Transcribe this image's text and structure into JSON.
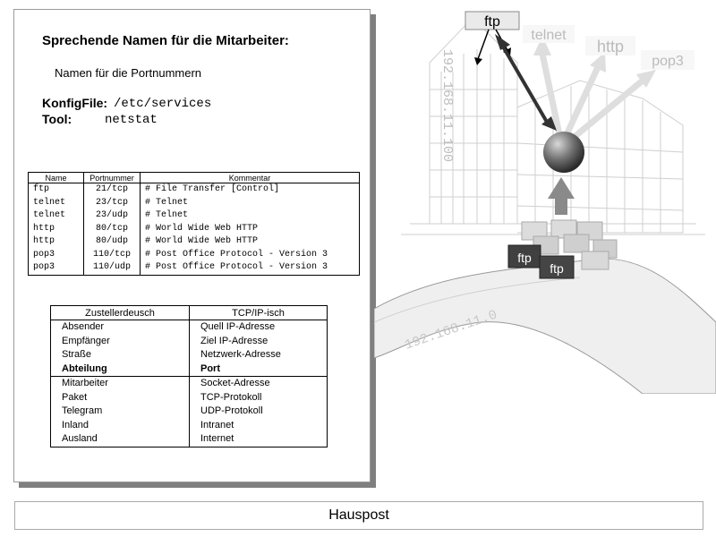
{
  "slide": {
    "title": "Sprechende Namen für die Mitarbeiter:",
    "subtitle": "Namen für die Portnummern",
    "config_label": "KonfigFile:",
    "config_value": "/etc/services",
    "tool_label": "Tool:",
    "tool_value": "netstat",
    "footer": "Hauspost"
  },
  "ports_table": {
    "headers": [
      "Name",
      "Portnummer",
      "Kommentar"
    ],
    "rows": [
      [
        "ftp",
        "21/tcp",
        "# File Transfer [Control]"
      ],
      [
        "telnet",
        "23/tcp",
        "# Telnet"
      ],
      [
        "telnet",
        "23/udp",
        "# Telnet"
      ],
      [
        "http",
        "80/tcp",
        "# World Wide Web HTTP"
      ],
      [
        "http",
        "80/udp",
        "# World Wide Web HTTP"
      ],
      [
        "pop3",
        "110/tcp",
        "# Post Office Protocol - Version 3"
      ],
      [
        "pop3",
        "110/udp",
        "# Post Office Protocol - Version 3"
      ]
    ]
  },
  "mapping_table": {
    "headers": [
      "Zustellerdeusch",
      "TCP/IP-isch"
    ],
    "rows": [
      [
        "Absender",
        "Quell IP-Adresse"
      ],
      [
        "Empfänger",
        "Ziel IP-Adresse"
      ],
      [
        "Straße",
        "Netzwerk-Adresse"
      ],
      [
        "Abteilung",
        "Port"
      ],
      [
        "Mitarbeiter",
        "Socket-Adresse"
      ],
      [
        "Paket",
        "TCP-Protokoll"
      ],
      [
        "Telegram",
        "UDP-Protokoll"
      ],
      [
        "Inland",
        "Intranet"
      ],
      [
        "Ausland",
        "Internet"
      ]
    ],
    "bold_row": 3
  },
  "illustration": {
    "service_labels": [
      "ftp",
      "telnet",
      "http",
      "pop3"
    ],
    "building_ip": "192.168.11.100",
    "road_network": "192.168.11.0",
    "package_labels": [
      "ftp",
      "ftp"
    ]
  }
}
